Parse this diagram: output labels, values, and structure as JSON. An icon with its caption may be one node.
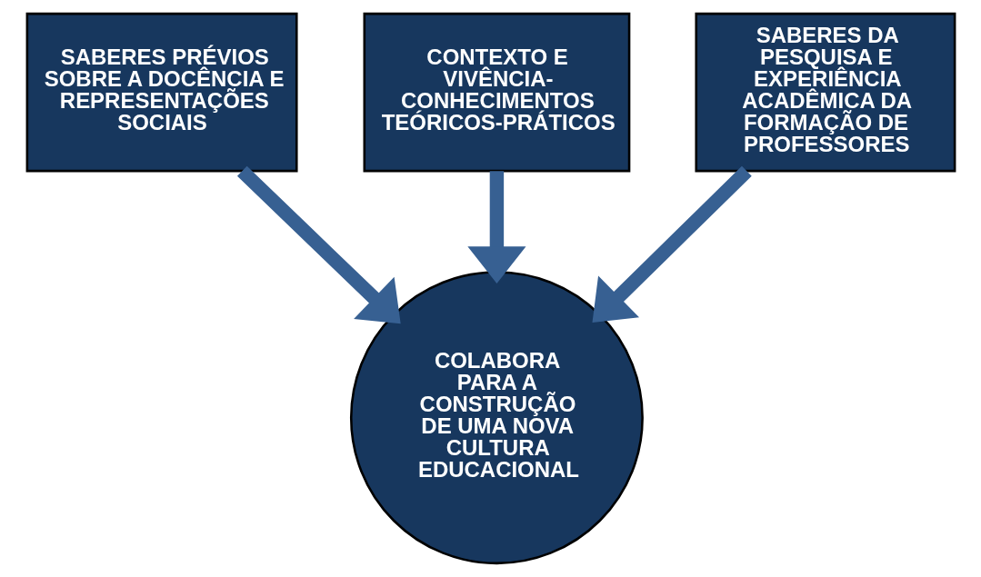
{
  "diagram": {
    "nodes": [
      {
        "text": [
          "CONTEXTO E VIVÊNCIA- CONHECIMENTOS TEÓRICOS-PRÁTICOS"
        ]
      },
      {
        "text": [
          "SABERES PRÉVIOS SOBRE A DOCÊNCIA E REPRESENTAÇÕES SOCIAIS"
        ]
      },
      {
        "text": [
          "SABERES DA PESQUISA E EXPERIÊNCIA ACADÊMICA DA FORMAÇÃO DE PROFESSORES"
        ]
      },
      {
        "text": [
          "COLABORA PARA A CONSTRUÇÃO DE UMA NOVA CULTURA EDUCACIONAL"
        ]
      }
    ],
    "edges": [
      {
        "from": 0,
        "to": 3,
        "arrow": "to"
      },
      {
        "from": 1,
        "to": 3,
        "arrow": "to"
      },
      {
        "from": 2,
        "to": 3,
        "arrow": "to"
      }
    ]
  }
}
